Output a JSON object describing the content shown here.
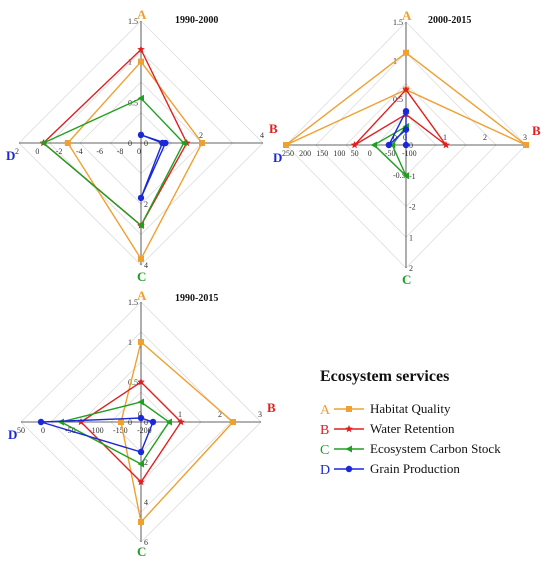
{
  "chart_data": [
    {
      "type": "radar",
      "title": "1990-2000",
      "axes": [
        "A",
        "B",
        "C",
        "D"
      ],
      "axis_ticks": {
        "A": [
          "1.5",
          "1",
          "0.5",
          "0"
        ],
        "B": [
          "0",
          "2",
          "4"
        ],
        "C": [
          "0",
          "2",
          "4"
        ],
        "D": [
          "2",
          "0",
          "-2",
          "-4",
          "-6",
          "-8",
          "0"
        ]
      },
      "series": [
        {
          "name": "Habitat Quality",
          "A": 1.0,
          "B": 2.0,
          "C": 3.8,
          "D": -6.0
        },
        {
          "name": "Water Retention",
          "A": 1.15,
          "B": 1.5,
          "C": 2.7,
          "D": -8.0
        },
        {
          "name": "Ecosystem Carbon Stock",
          "A": 0.55,
          "B": 1.4,
          "C": 2.7,
          "D": -8.0
        },
        {
          "name": "Grain Production",
          "A": 0.1,
          "B": 0.7,
          "C": 1.8,
          "D": 2.0
        }
      ]
    },
    {
      "type": "radar",
      "title": "2000-2015",
      "axes": [
        "A",
        "B",
        "C",
        "D"
      ],
      "axis_ticks": {
        "A": [
          "1.5",
          "1",
          "0.5",
          "0",
          "-0.5"
        ],
        "B": [
          "0",
          "1",
          "2",
          "3"
        ],
        "C": [
          "0",
          "-1",
          "-2",
          "1",
          "2"
        ],
        "D": [
          "250",
          "200",
          "150",
          "100",
          "50",
          "0",
          "-50",
          "-100"
        ]
      },
      "series": [
        {
          "name": "Habitat Quality",
          "A": 1.0,
          "B": 3.0,
          "C": -1.8,
          "D": 250
        },
        {
          "name": "Water Retention",
          "A": 0.4,
          "B": 1.0,
          "C": -1.0,
          "D": 50
        },
        {
          "name": "Ecosystem Carbon Stock",
          "A": -0.2,
          "B": -0.8,
          "C": 1.0,
          "D": -60
        },
        {
          "name": "Grain Production",
          "A": 0.05,
          "B": 0.0,
          "C": -0.5,
          "D": -50
        }
      ]
    },
    {
      "type": "radar",
      "title": "1990-2015",
      "axes": [
        "A",
        "B",
        "C",
        "D"
      ],
      "axis_ticks": {
        "A": [
          "1.5",
          "1",
          "0.5",
          "0"
        ],
        "B": [
          "0",
          "1",
          "2",
          "3"
        ],
        "C": [
          "0",
          "2",
          "4",
          "6"
        ],
        "D": [
          "50",
          "0",
          "-50",
          "-100",
          "-150",
          "-200"
        ]
      },
      "series": [
        {
          "name": "Habitat Quality",
          "A": 1.0,
          "B": 2.3,
          "C": 5.0,
          "D": -200
        },
        {
          "name": "Water Retention",
          "A": 0.5,
          "B": 1.0,
          "C": 3.0,
          "D": -100
        },
        {
          "name": "Ecosystem Carbon Stock",
          "A": 0.25,
          "B": 0.7,
          "C": 2.1,
          "D": -50
        },
        {
          "name": "Grain Production",
          "A": 0.05,
          "B": 0.3,
          "C": 1.5,
          "D": 0
        }
      ]
    }
  ],
  "legend": {
    "title": "Ecosystem services",
    "items": [
      {
        "letter": "A",
        "label": "Habitat Quality",
        "color": "#f0a030",
        "marker": "square"
      },
      {
        "letter": "B",
        "label": "Water Retention",
        "color": "#e02020",
        "marker": "star"
      },
      {
        "letter": "C",
        "label": "Ecosystem Carbon Stock",
        "color": "#20a020",
        "marker": "triangle"
      },
      {
        "letter": "D",
        "label": "Grain Production",
        "color": "#1a28d8",
        "marker": "circle"
      }
    ]
  },
  "axis_letter_colors": {
    "A": "#f0a030",
    "B": "#e02020",
    "C": "#20a020",
    "D": "#1a28d8"
  }
}
